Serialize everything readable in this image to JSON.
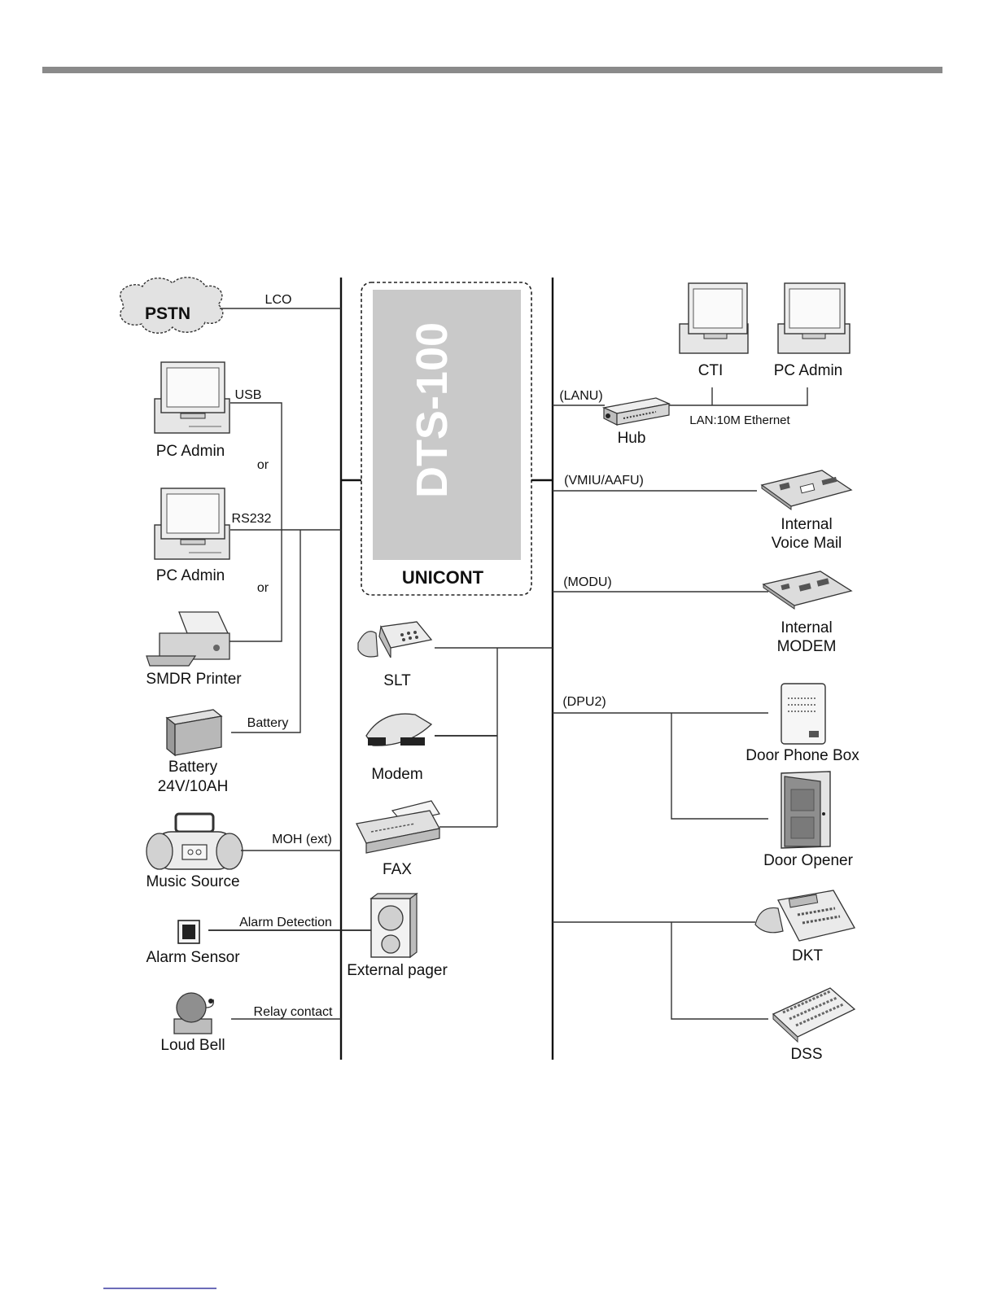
{
  "unit": {
    "model": "DTS-100",
    "board": "UNICONT"
  },
  "left_devices": {
    "pstn": "PSTN",
    "pc_admin_usb": "PC Admin",
    "or_1": "or",
    "pc_admin_rs232": "PC Admin",
    "or_2": "or",
    "smdr_printer": "SMDR Printer",
    "battery_name": "Battery",
    "battery_spec": "24V/10AH",
    "music_source": "Music Source",
    "alarm_sensor": "Alarm Sensor",
    "loud_bell": "Loud Bell"
  },
  "left_links": {
    "lco": "LCO",
    "usb": "USB",
    "rs232": "RS232",
    "battery": "Battery",
    "moh": "MOH (ext)",
    "alarm": "Alarm Detection",
    "relay": "Relay contact"
  },
  "center_devices": {
    "slt": "SLT",
    "modem": "Modem",
    "fax": "FAX",
    "pager": "External pager"
  },
  "right_links": {
    "lanu": "(LANU)",
    "lan": "LAN:10M Ethernet",
    "vmiu": "(VMIU/AAFU)",
    "modu": "(MODU)",
    "dpu2": "(DPU2)"
  },
  "right_devices": {
    "hub": "Hub",
    "cti": "CTI",
    "pc_admin_lan": "PC Admin",
    "voicemail_1": "Internal",
    "voicemail_2": "Voice Mail",
    "modem_1": "Internal",
    "modem_2": "MODEM",
    "door_phone": "Door Phone Box",
    "door_opener": "Door Opener",
    "dkt": "DKT",
    "dss": "DSS"
  }
}
